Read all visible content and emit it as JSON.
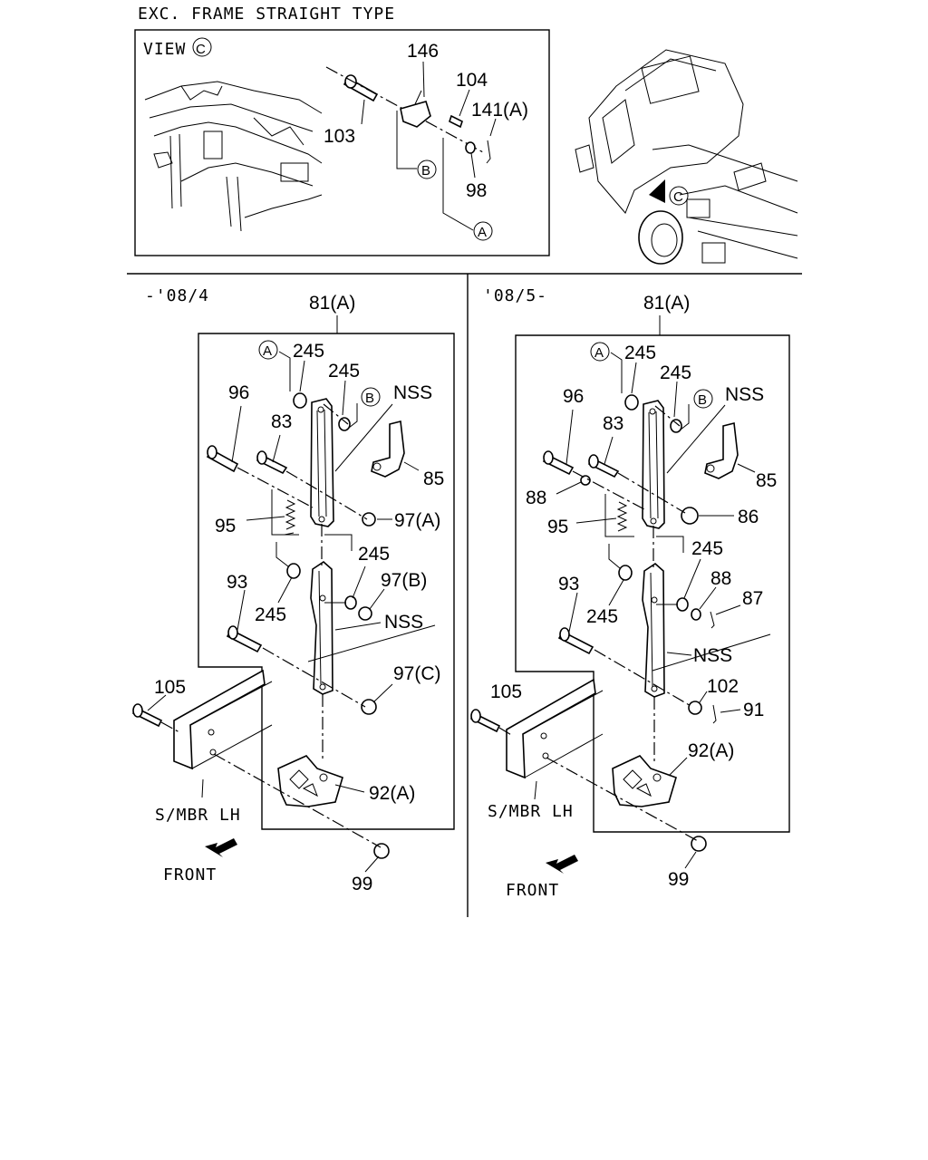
{
  "title": "EXC. FRAME STRAIGHT TYPE",
  "view_box": {
    "view_label": "VIEW",
    "view_letter": "C",
    "callouts": [
      "146",
      "104",
      "141(A)",
      "103",
      "98"
    ],
    "ref_letters": [
      "B",
      "A"
    ]
  },
  "truck_view": {
    "ref_letter": "C"
  },
  "left_panel": {
    "period": "-'08/4",
    "assembly": "81(A)",
    "ref_a": "A",
    "ref_b": "B",
    "callouts": [
      "245",
      "245",
      "NSS",
      "96",
      "83",
      "85",
      "95",
      "97(A)",
      "245",
      "97(B)",
      "93",
      "245",
      "NSS",
      "97(C)",
      "105",
      "92(A)",
      "99"
    ],
    "member_label": "S/MBR LH",
    "front_label": "FRONT"
  },
  "right_panel": {
    "period": "'08/5-",
    "assembly": "81(A)",
    "ref_a": "A",
    "ref_b": "B",
    "callouts": [
      "245",
      "245",
      "NSS",
      "96",
      "83",
      "85",
      "88",
      "95",
      "86",
      "245",
      "93",
      "88",
      "87",
      "245",
      "NSS",
      "105",
      "102",
      "91",
      "92(A)",
      "99"
    ],
    "member_label": "S/MBR LH",
    "front_label": "FRONT"
  }
}
